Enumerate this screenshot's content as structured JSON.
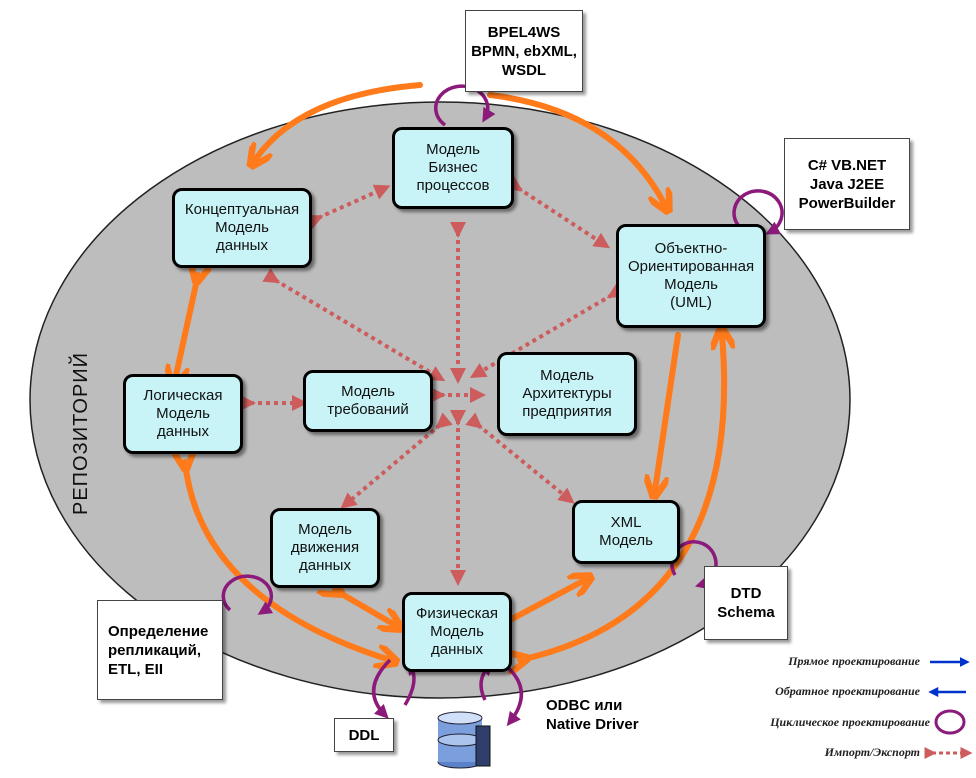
{
  "repository_label": "РЕПОЗИТОРИЙ",
  "nodes": {
    "business": "Модель\nБизнес\nпроцессов",
    "conceptual": "Концептуальная\nМодель\nданных",
    "oo": "Объектно-\nОриентированная\nМодель\n(UML)",
    "logical": "Логическая\nМодель\nданных",
    "requirements": "Модель\nтребований",
    "architecture": "Модель\nАрхитектуры\nпредприятия",
    "dataflow": "Модель\nдвижения\nданных",
    "xml": "XML\nМодель",
    "physical": "Физическая\nМодель\nданных"
  },
  "notes": {
    "bpel": "BPEL4WS\nBPMN, ebXML,\nWSDL",
    "languages": "C# VB.NET\nJava J2EE\nPowerBuilder",
    "dtd": "DTD\nSchema",
    "replication": "Определение\nрепликаций,\nETL, EII",
    "ddl": "DDL",
    "odbc": "ODBC или\nNative Driver"
  },
  "legend": {
    "forward": "Прямое проектирование",
    "reverse": "Обратное проектирование",
    "round_trip": "Циклическое проектирование",
    "import_export": "Импорт/Экспорт"
  },
  "colors": {
    "ellipse": "#bdbdbd",
    "node_fill": "#c8f4f7",
    "orange_arrow": "#ff7a1a",
    "dotted_arrow": "#cd5c5c",
    "cycle": "#8b1a7a",
    "legend_blue": "#0033cc"
  },
  "icons": {
    "database": "database-icon"
  }
}
